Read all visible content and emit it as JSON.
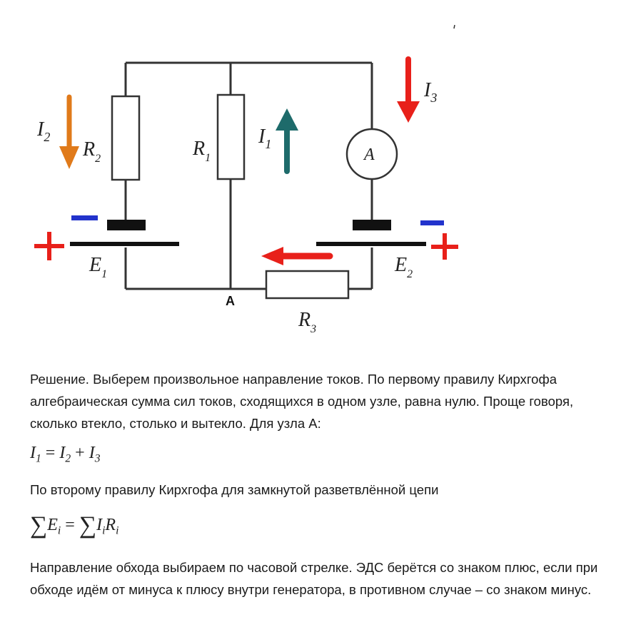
{
  "diagram": {
    "labels": {
      "i1": "I",
      "i1_sub": "1",
      "i2": "I",
      "i2_sub": "2",
      "i3": "I",
      "i3_sub": "3",
      "r1": "R",
      "r1_sub": "1",
      "r2": "R",
      "r2_sub": "2",
      "r3": "R",
      "r3_sub": "3",
      "e1": "E",
      "e1_sub": "1",
      "e2": "E",
      "e2_sub": "2",
      "ammeter": "A",
      "node": "A",
      "plus": "+"
    },
    "colors": {
      "wire": "#333333",
      "arrow_i1": "#1e6b6b",
      "arrow_i2": "#e07a1a",
      "arrow_i3": "#e8201a",
      "arrow_r3": "#e8201a",
      "plus": "#e8201a",
      "minus": "#2233cc"
    }
  },
  "text": {
    "p1": "Решение.  Выберем произвольное направление токов. По первому правилу Кирхгофа алгебраическая сумма сил токов, сходящихся в одном узле, равна нулю. Проще говоря, сколько втекло, столько и вытекло. Для узла  А:",
    "f1": {
      "l": "I",
      "l_sub": "1",
      "eq": "=",
      "a": "I",
      "a_sub": "2",
      "plus": "+",
      "b": "I",
      "b_sub": "3"
    },
    "p2": "По второму правилу Кирхгофа для замкнутой разветвлённой цепи",
    "f2": {
      "sigma": "∑",
      "e": "E",
      "e_sub": "i",
      "eq": "=",
      "sigma2": "∑",
      "i": "I",
      "i_sub": "i",
      "r": "R",
      "r_sub": "i"
    },
    "p3": "Направление обхода выбираем по часовой стрелке. ЭДС берётся со знаком плюс, если при обходе идём от минуса к плюсу внутри генератора, в противном случае – со знаком минус."
  }
}
